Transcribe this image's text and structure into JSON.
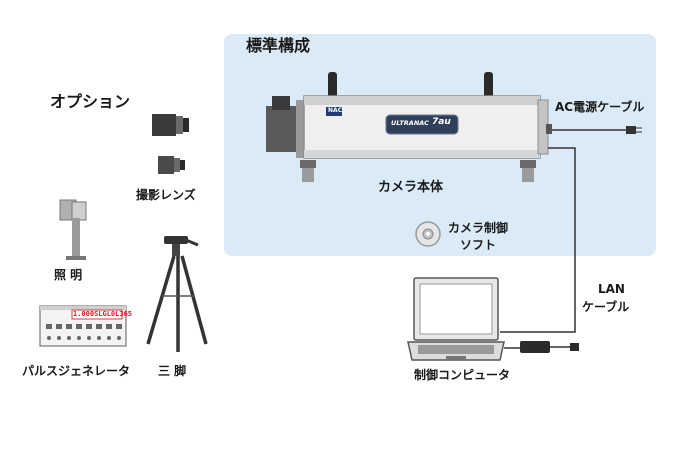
{
  "standard_config": {
    "title": "標準構成"
  },
  "options": {
    "title": "オプション"
  },
  "labels": {
    "camera_body": "カメラ本体",
    "ac_cable": "AC電源ケーブル",
    "software_line1": "カメラ制御",
    "software_line2": "ソフト",
    "lan_line1": "LAN",
    "lan_line2": "ケーブル",
    "control_pc": "制御コンピュータ",
    "lens": "撮影レンズ",
    "lighting": "照 明",
    "pulse_generator": "パルスジェネレータ",
    "tripod": "三 脚"
  },
  "camera": {
    "brand_badge": "NAC",
    "model_logo": "ULTRANAC",
    "model_suffix": "7au"
  },
  "pulse_gen_display": "1.000SLGL0L365",
  "colors": {
    "panel": "#dbeaf7",
    "camera_body": "#f0f0f0",
    "dark": "#333333"
  }
}
